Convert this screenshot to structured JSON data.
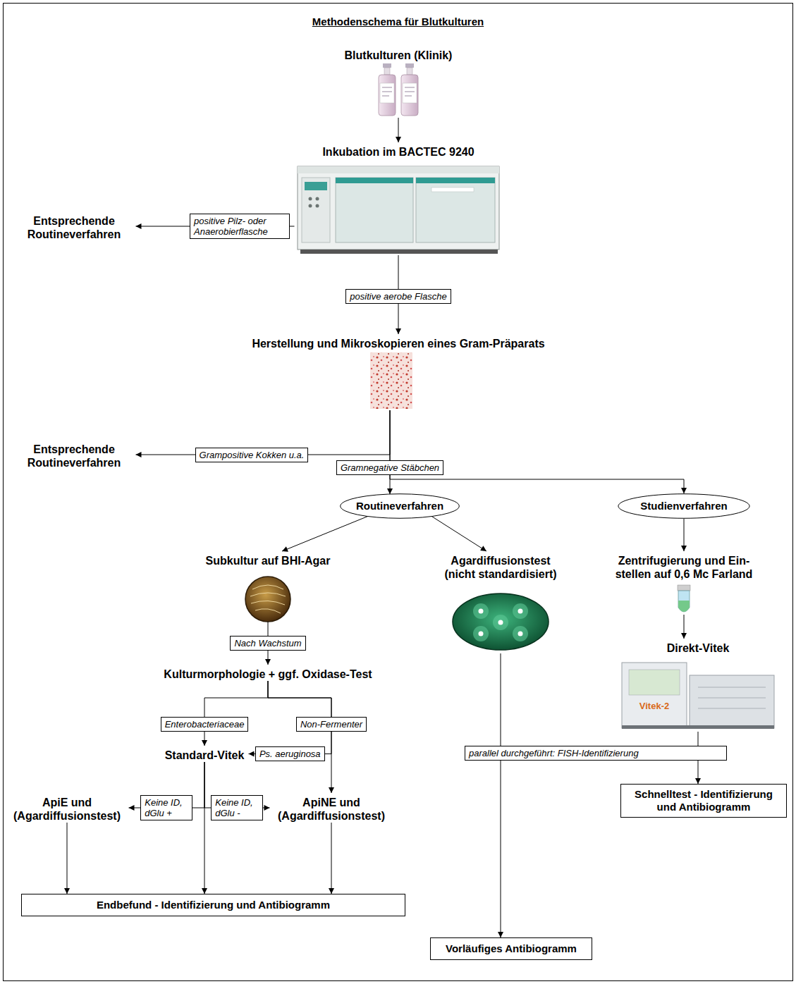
{
  "diagram": {
    "title": "Methodenschema für Blutkulturen",
    "nodes": [
      {
        "text": [
          "Blutkulturen (Klinik)"
        ]
      },
      {
        "text": [
          "Inkubation im BACTEC 9240"
        ]
      },
      {
        "text": [
          "Entsprechende Routineverfahren"
        ]
      },
      {
        "text": [
          "Herstellung und Mikroskopieren eines Gram-Präparats"
        ]
      },
      {
        "text": [
          "Entsprechende Routineverfahren"
        ]
      },
      {
        "text": [
          "Routineverfahren"
        ]
      },
      {
        "text": [
          "Studienverfahren"
        ]
      },
      {
        "text": [
          "Subkultur auf BHI-Agar"
        ]
      },
      {
        "text": [
          "Agardiffusionstest (nicht standardisiert)"
        ]
      },
      {
        "text": [
          "Zentrifugierung und Ein- stellen auf 0,6 Mc Farland"
        ]
      },
      {
        "text": [
          "Kulturmorphologie + ggf. Oxidase-Test"
        ]
      },
      {
        "text": [
          "Direkt-Vitek"
        ]
      },
      {
        "text": [
          "Standard-Vitek"
        ]
      },
      {
        "text": [
          "ApiE und (Agardiffusionstest)"
        ]
      },
      {
        "text": [
          "ApiNE und (Agardiffusionstest)"
        ]
      },
      {
        "text": [
          "Schnelltest - Identifizierung und Antibiogramm"
        ]
      },
      {
        "text": [
          "Vorläufiges Antibiogramm"
        ]
      },
      {
        "text": [
          "Endbefund - Identifizierung und Antibiogramm"
        ]
      }
    ],
    "edges": [
      {
        "from": 0,
        "to": 1,
        "arrow": "to"
      },
      {
        "from": 1,
        "to": 2,
        "label": "positive Pilz- oder Anaerobierflasche",
        "arrow": "to"
      },
      {
        "from": 1,
        "to": 3,
        "label": "positive aerobe Flasche",
        "arrow": "to"
      },
      {
        "from": 3,
        "to": 4,
        "label": "Grampositive Kokken u.a.",
        "arrow": "to"
      },
      {
        "from": 3,
        "to": 5,
        "label": "Gramnegative Stäbchen",
        "arrow": "to"
      },
      {
        "from": 3,
        "to": 6,
        "arrow": "to"
      },
      {
        "from": 5,
        "to": 7,
        "arrow": "to"
      },
      {
        "from": 5,
        "to": 8,
        "arrow": "to"
      },
      {
        "from": 6,
        "to": 9,
        "arrow": "to"
      },
      {
        "from": 7,
        "to": 10,
        "label": "Nach Wachstum",
        "arrow": "to"
      },
      {
        "from": 9,
        "to": 11,
        "arrow": "to"
      },
      {
        "from": 10,
        "to": 12,
        "label": "Enterobacteriaceae",
        "arrow": "to"
      },
      {
        "from": 10,
        "to": 14,
        "label": "Non-Fermenter",
        "arrow": "to"
      },
      {
        "from": 10,
        "to": 12,
        "label": "Ps. aeruginosa",
        "arrow": "to"
      },
      {
        "from": 12,
        "to": 13,
        "label": "Keine ID, dGlu +",
        "arrow": "to"
      },
      {
        "from": 12,
        "to": 14,
        "label": "Keine ID, dGlu -",
        "arrow": "to"
      },
      {
        "from": 12,
        "to": 17,
        "arrow": "to"
      },
      {
        "from": 13,
        "to": 17,
        "arrow": "to"
      },
      {
        "from": 14,
        "to": 17,
        "arrow": "to"
      },
      {
        "from": 8,
        "to": 16,
        "arrow": "to"
      },
      {
        "from": 11,
        "to": 15,
        "arrow": "to"
      }
    ],
    "labels": [
      "parallel durchgeführt: FISH-Identifizierung",
      "Vitek-2"
    ]
  }
}
